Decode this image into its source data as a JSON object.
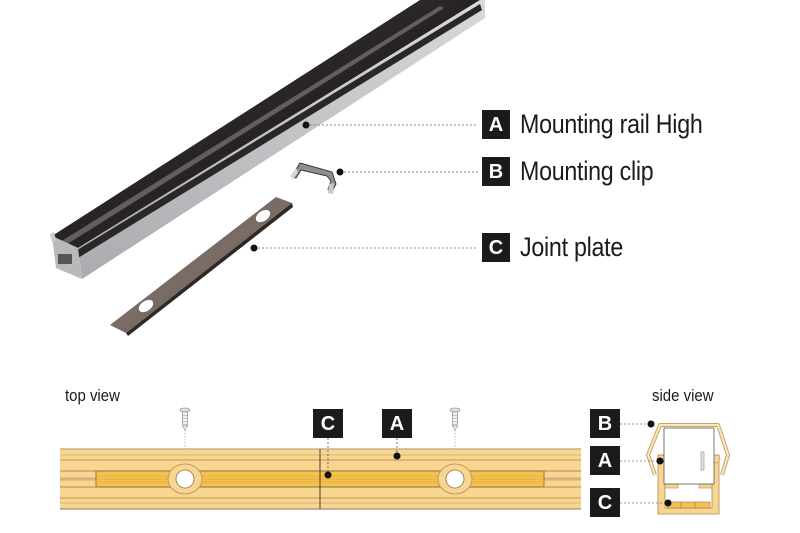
{
  "callouts": [
    {
      "letter": "A",
      "label": "Mounting rail High"
    },
    {
      "letter": "B",
      "label": "Mounting clip"
    },
    {
      "letter": "C",
      "label": "Joint plate"
    }
  ],
  "top_view": {
    "label": "top view",
    "markers": [
      {
        "letter": "C"
      },
      {
        "letter": "A"
      }
    ]
  },
  "side_view": {
    "label": "side view",
    "markers": [
      {
        "letter": "B"
      },
      {
        "letter": "A"
      },
      {
        "letter": "C"
      }
    ]
  },
  "colors": {
    "badge_bg": "#1b1b1b",
    "rail_light": "#f9d690",
    "rail_mid": "#f6c14e",
    "rail_line": "#c9a46a",
    "rail_dark_line": "#6b5a3e",
    "rail_metal_dark": "#2e2b2a",
    "rail_metal_light": "#c6c7c9"
  }
}
